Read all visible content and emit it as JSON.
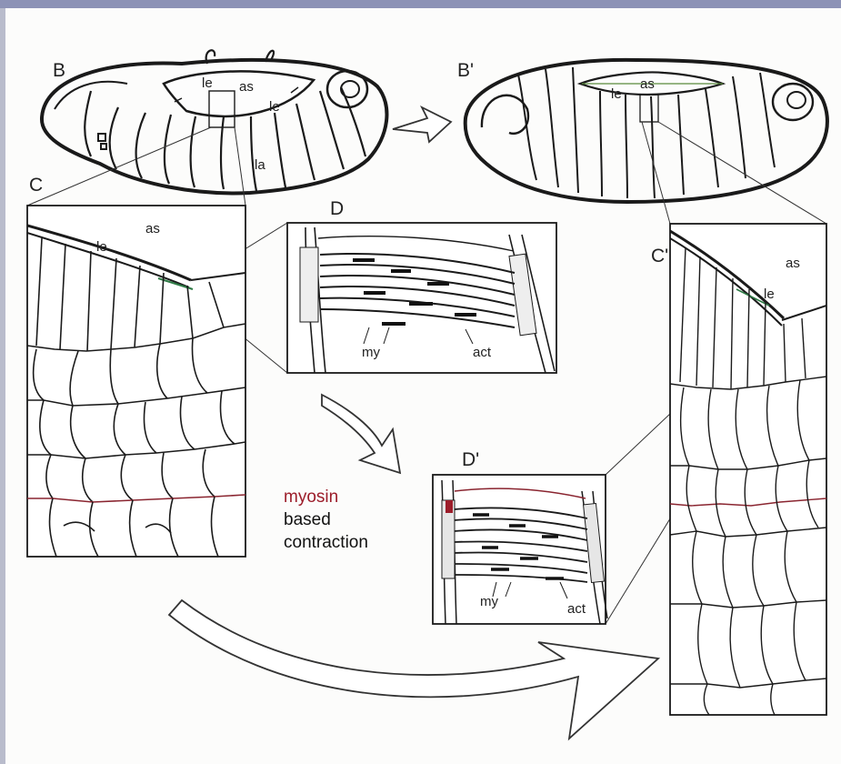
{
  "panels": {
    "B": "B",
    "B_prime": "B'",
    "C": "C",
    "C_prime": "C'",
    "D": "D",
    "D_prime": "D'"
  },
  "labels": {
    "le": "le",
    "as": "as",
    "la": "la",
    "my": "my",
    "act": "act"
  },
  "caption": {
    "line1": "myosin",
    "line2": "based",
    "line3": "contraction"
  },
  "colors": {
    "myosin": "#9c1d2a",
    "outline": "#1a1a1a",
    "frame_top": "#8d93b6"
  }
}
